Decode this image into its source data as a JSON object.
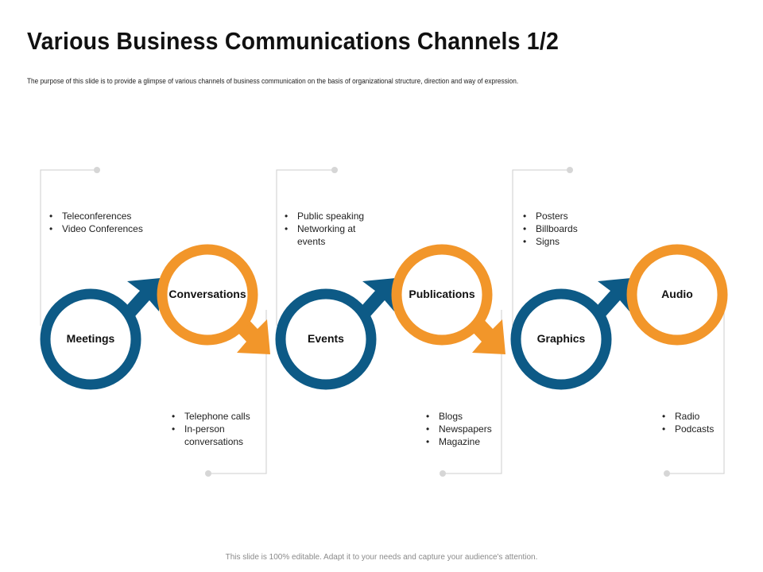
{
  "slide": {
    "title": "Various Business Communications Channels 1/2",
    "subtitle": "The purpose of this slide is to provide a glimpse of various channels of business communication on the basis of organizational structure, direction and way of expression.",
    "footer": "This slide is 100% editable.  Adapt it to your needs and capture your audience's attention."
  },
  "colors": {
    "blue": "#0d5a86",
    "orange": "#f2962a",
    "connector": "#d6d6d6"
  },
  "channels": [
    {
      "label": "Meetings",
      "items": [
        "Teleconferences",
        "Video Conferences"
      ]
    },
    {
      "label": "Conversations",
      "items": [
        "Telephone calls",
        "In-person conversations"
      ]
    },
    {
      "label": "Events",
      "items": [
        "Public speaking",
        "Networking at events"
      ]
    },
    {
      "label": "Publications",
      "items": [
        "Blogs",
        "Newspapers",
        "Magazine"
      ]
    },
    {
      "label": "Graphics",
      "items": [
        "Posters",
        "Billboards",
        "Signs"
      ]
    },
    {
      "label": "Audio",
      "items": [
        "Radio",
        "Podcasts"
      ]
    }
  ]
}
